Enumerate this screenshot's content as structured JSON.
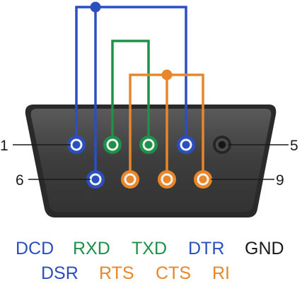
{
  "colors": {
    "blue": "#2a4fbf",
    "green": "#1d9148",
    "orange": "#e8872a",
    "black": "#1a1a1a",
    "connector_body": "#3d3d3d",
    "connector_rim": "#2a2a2a",
    "pin_ring": "#f2f2f2"
  },
  "pin_numbers": {
    "pin1": "1",
    "pin5": "5",
    "pin6": "6",
    "pin9": "9"
  },
  "signals": {
    "dcd": "DCD",
    "rxd": "RXD",
    "txd": "TXD",
    "dtr": "DTR",
    "gnd": "GND",
    "dsr": "DSR",
    "rts": "RTS",
    "cts": "CTS",
    "ri": "RI"
  }
}
